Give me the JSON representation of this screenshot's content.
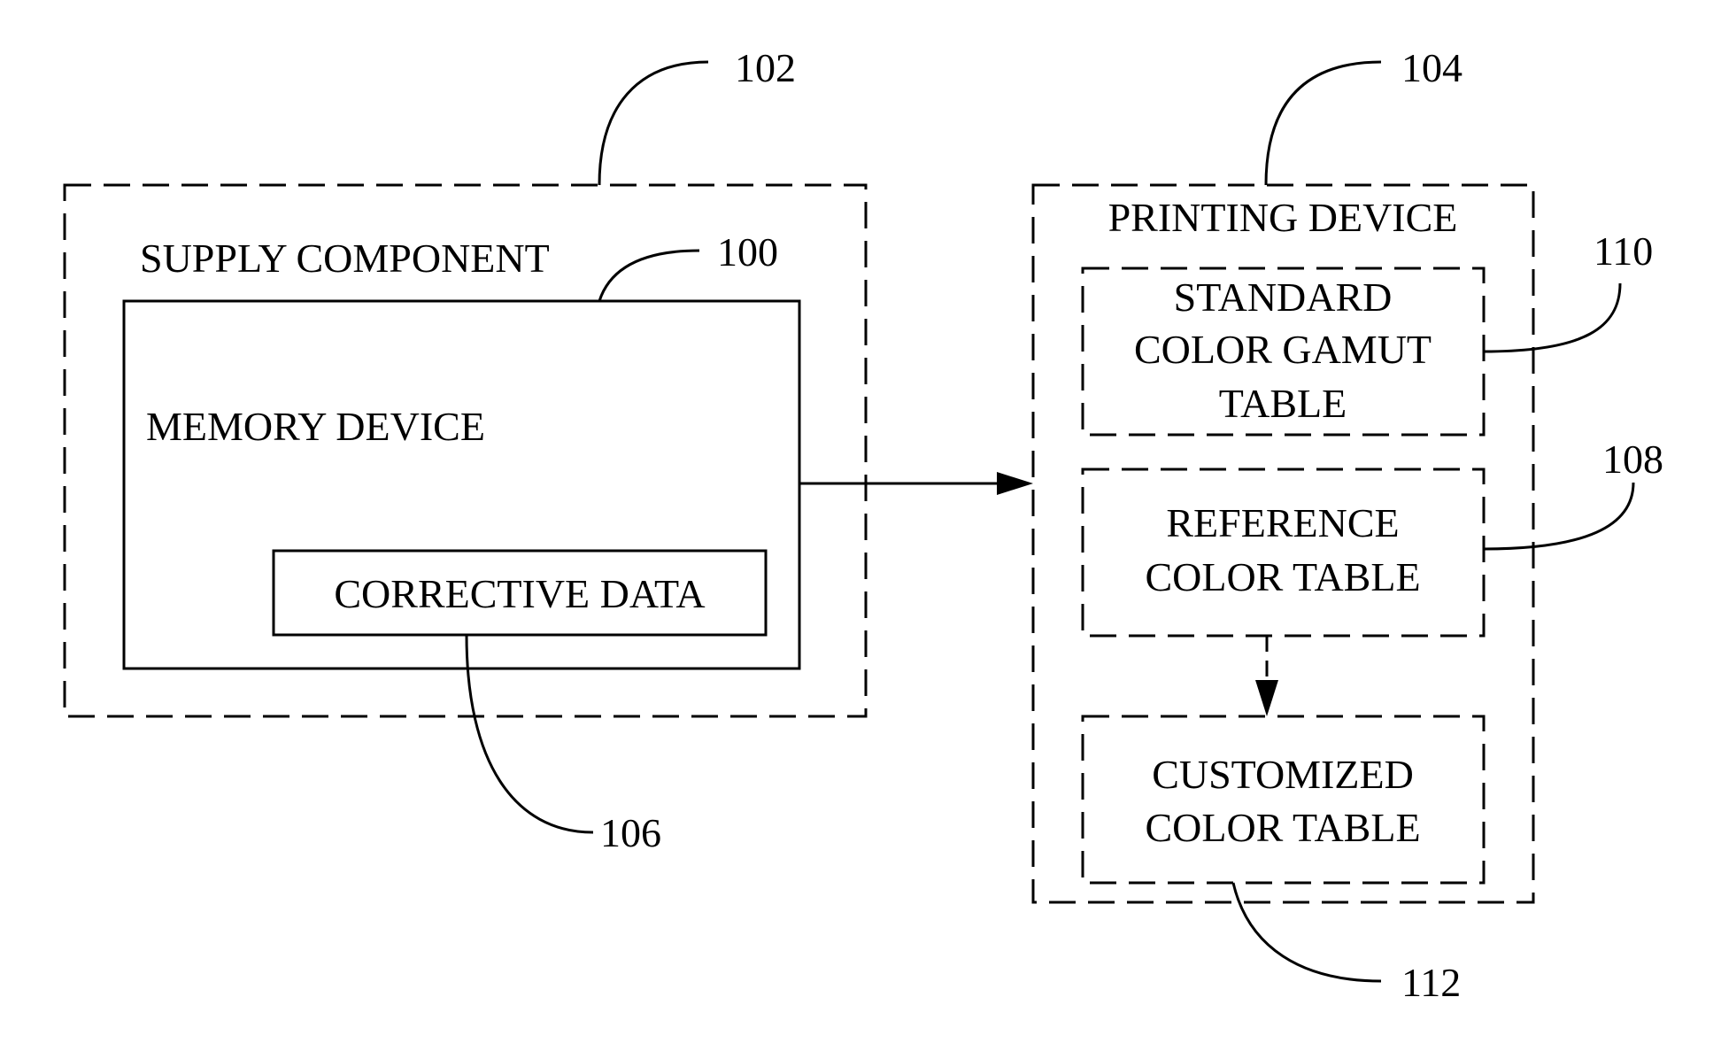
{
  "supply_component": {
    "label": "SUPPLY COMPONENT",
    "ref": "102",
    "memory_device": {
      "label": "MEMORY DEVICE",
      "ref": "100",
      "corrective_data": {
        "label": "CORRECTIVE DATA",
        "ref": "106"
      }
    }
  },
  "printing_device": {
    "label": "PRINTING DEVICE",
    "ref": "104",
    "standard_table": {
      "lines": [
        "STANDARD",
        "COLOR GAMUT",
        "TABLE"
      ],
      "ref": "110"
    },
    "reference_table": {
      "lines": [
        "REFERENCE",
        "COLOR TABLE"
      ],
      "ref": "108"
    },
    "customized_table": {
      "lines": [
        "CUSTOMIZED",
        "COLOR TABLE"
      ],
      "ref": "112"
    }
  }
}
